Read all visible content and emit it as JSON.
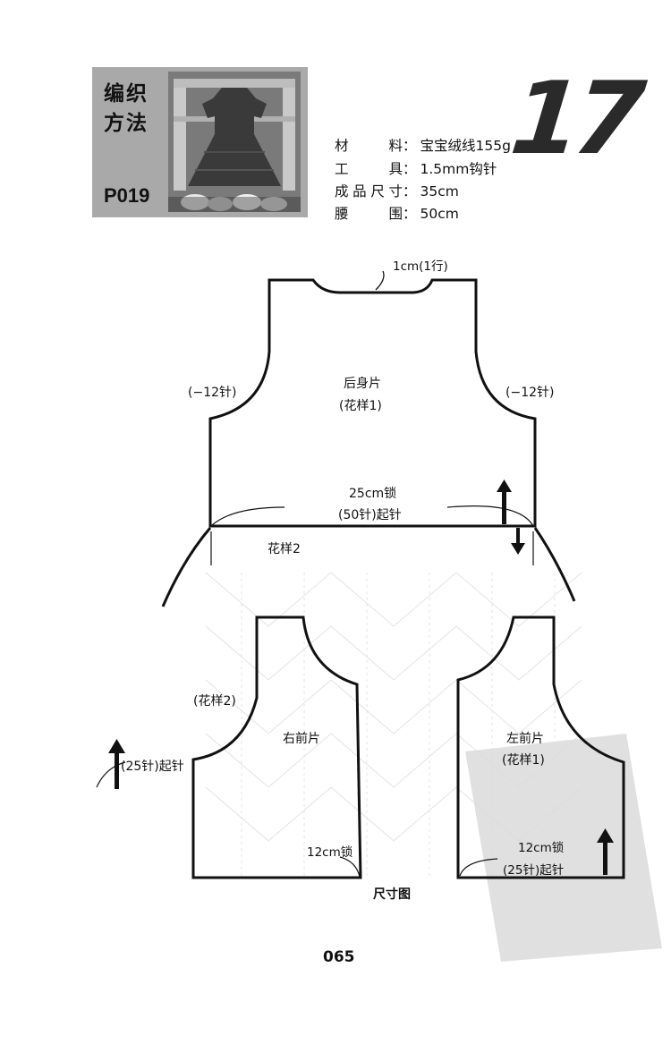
{
  "header": {
    "title_line1": "编织",
    "title_line2": "方法",
    "code": "P019",
    "pattern_number": "17"
  },
  "specs": [
    {
      "label": "材　料",
      "value": "宝宝绒线155g"
    },
    {
      "label": "工　具",
      "value": "1.5mm钩针"
    },
    {
      "label": "成品尺寸",
      "value": "35cm"
    },
    {
      "label": "腰　围",
      "value": "50cm"
    }
  ],
  "back": {
    "neck_note": "1cm(1行)",
    "left_dec": "(−12针)",
    "right_dec": "(−12针)",
    "name": "后身片",
    "pattern": "(花样1)",
    "chain_width": "25cm锁",
    "chain_stitches": "(50针)起针"
  },
  "skirt": {
    "pattern": "花样2"
  },
  "right_front": {
    "pattern": "(花样2)",
    "start": "(25针)起针",
    "name": "右前片",
    "chain_width": "12cm锁"
  },
  "left_front": {
    "name": "左前片",
    "pattern": "(花样1)",
    "chain_width": "12cm锁",
    "chain_stitches": "(25针)起针"
  },
  "caption": "尺寸图",
  "page_number": "065",
  "colors": {
    "header_bg": "#a9a9a9",
    "line": "#111111",
    "watermark": "#d6d6d6"
  }
}
